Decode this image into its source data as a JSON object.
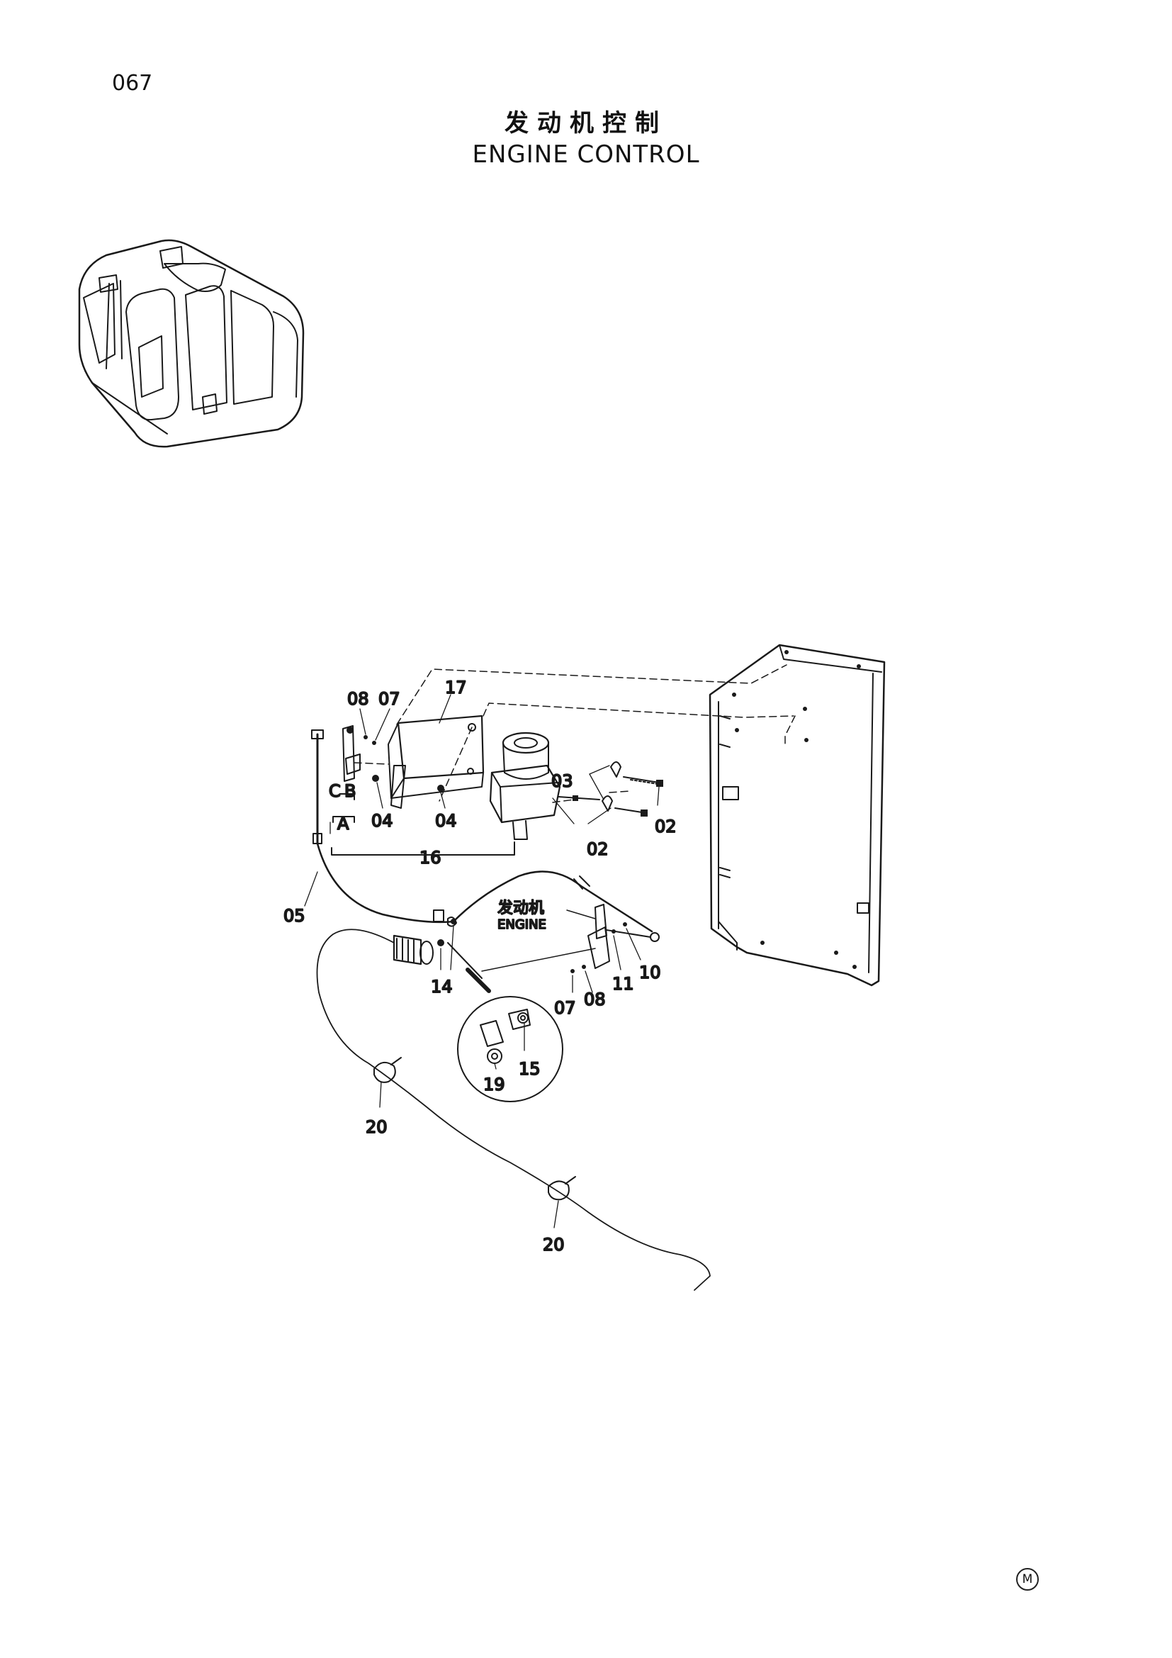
{
  "page": {
    "number": "067"
  },
  "title": {
    "chinese": "发动机控制",
    "english": "ENGINE CONTROL"
  },
  "callouts": {
    "p02a": "02",
    "p02b": "02",
    "p03": "03",
    "p04a": "04",
    "p04b": "04",
    "p05": "05",
    "p07a": "07",
    "p07b": "07",
    "p08a": "08",
    "p08b": "08",
    "p10": "10",
    "p11": "11",
    "p14": "14",
    "p15": "15",
    "p16": "16",
    "p17": "17",
    "p19": "19",
    "p20a": "20",
    "p20b": "20",
    "letterA": "A",
    "letterB": "B",
    "letterC": "C"
  },
  "engine_label": {
    "chinese": "发动机",
    "english": "ENGINE"
  },
  "footer_mark": "M"
}
